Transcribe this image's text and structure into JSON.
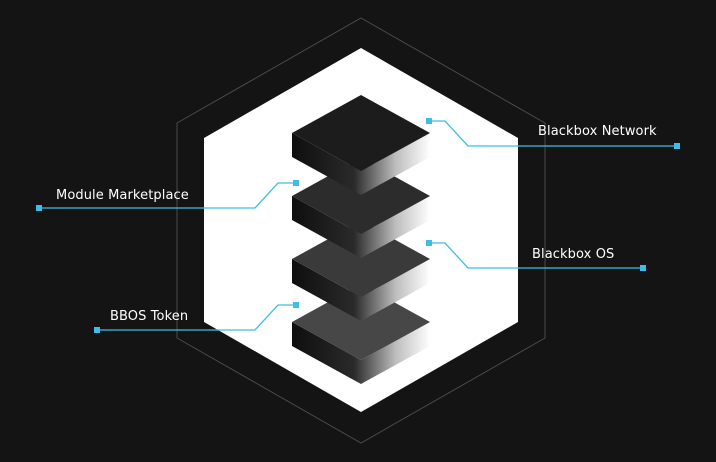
{
  "labels": {
    "blackbox_network": "Blackbox Network",
    "module_marketplace": "Module Marketplace",
    "blackbox_os": "Blackbox OS",
    "bbos_token": "BBOS Token"
  },
  "colors": {
    "background": "#141414",
    "hexagon_fill": "#ffffff",
    "outer_hexagon_stroke": "#4a4a4a",
    "connector": "#3fbde8",
    "label_text": "#ffffff",
    "layer_tops": [
      "#1c1c1c",
      "#2c2c2c",
      "#3a3a3a",
      "#474747"
    ]
  }
}
